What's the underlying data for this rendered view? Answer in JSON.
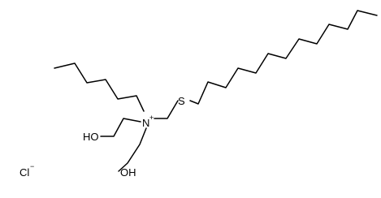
{
  "molecule": {
    "atoms": {
      "sulfur": "S",
      "nitrogen": "N",
      "nitrogen_charge": "+",
      "hydroxyl_upper": "HO",
      "hydroxyl_lower": "OH",
      "chloride": "Cl",
      "chloride_charge": "−"
    }
  },
  "colors": {
    "bond": "#000000",
    "background": "#ffffff"
  }
}
